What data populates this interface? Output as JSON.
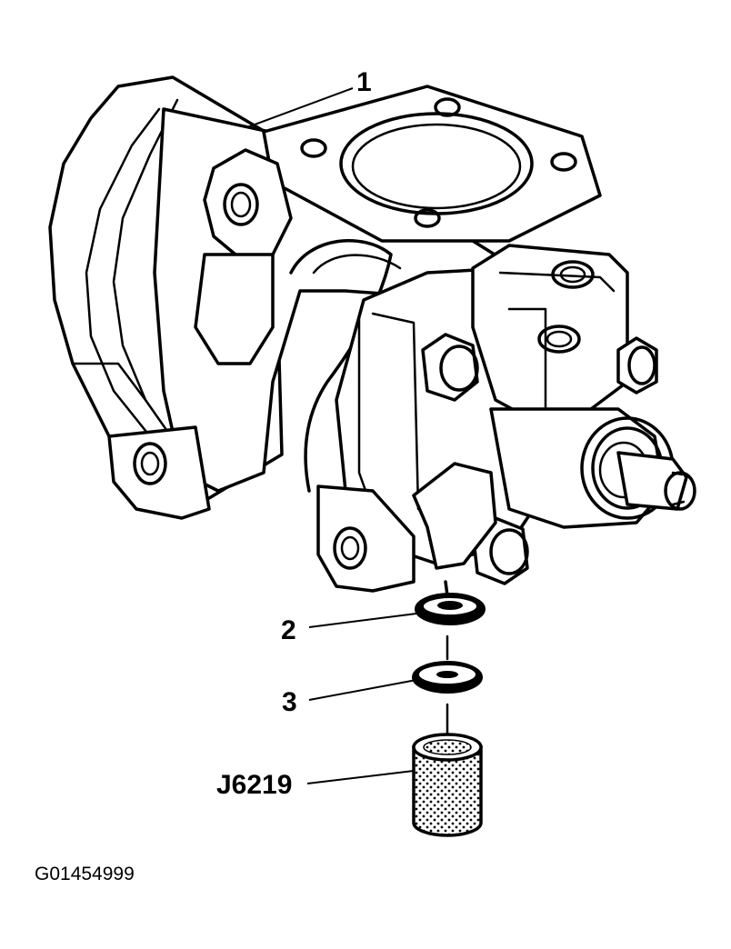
{
  "callouts": [
    {
      "id": "1",
      "text": "1"
    },
    {
      "id": "2",
      "text": "2"
    },
    {
      "id": "3",
      "text": "3"
    },
    {
      "id": "tool",
      "text": "J6219"
    }
  ],
  "figure_id": "G01454999",
  "colors": {
    "ink": "#000000",
    "paper": "#ffffff"
  }
}
